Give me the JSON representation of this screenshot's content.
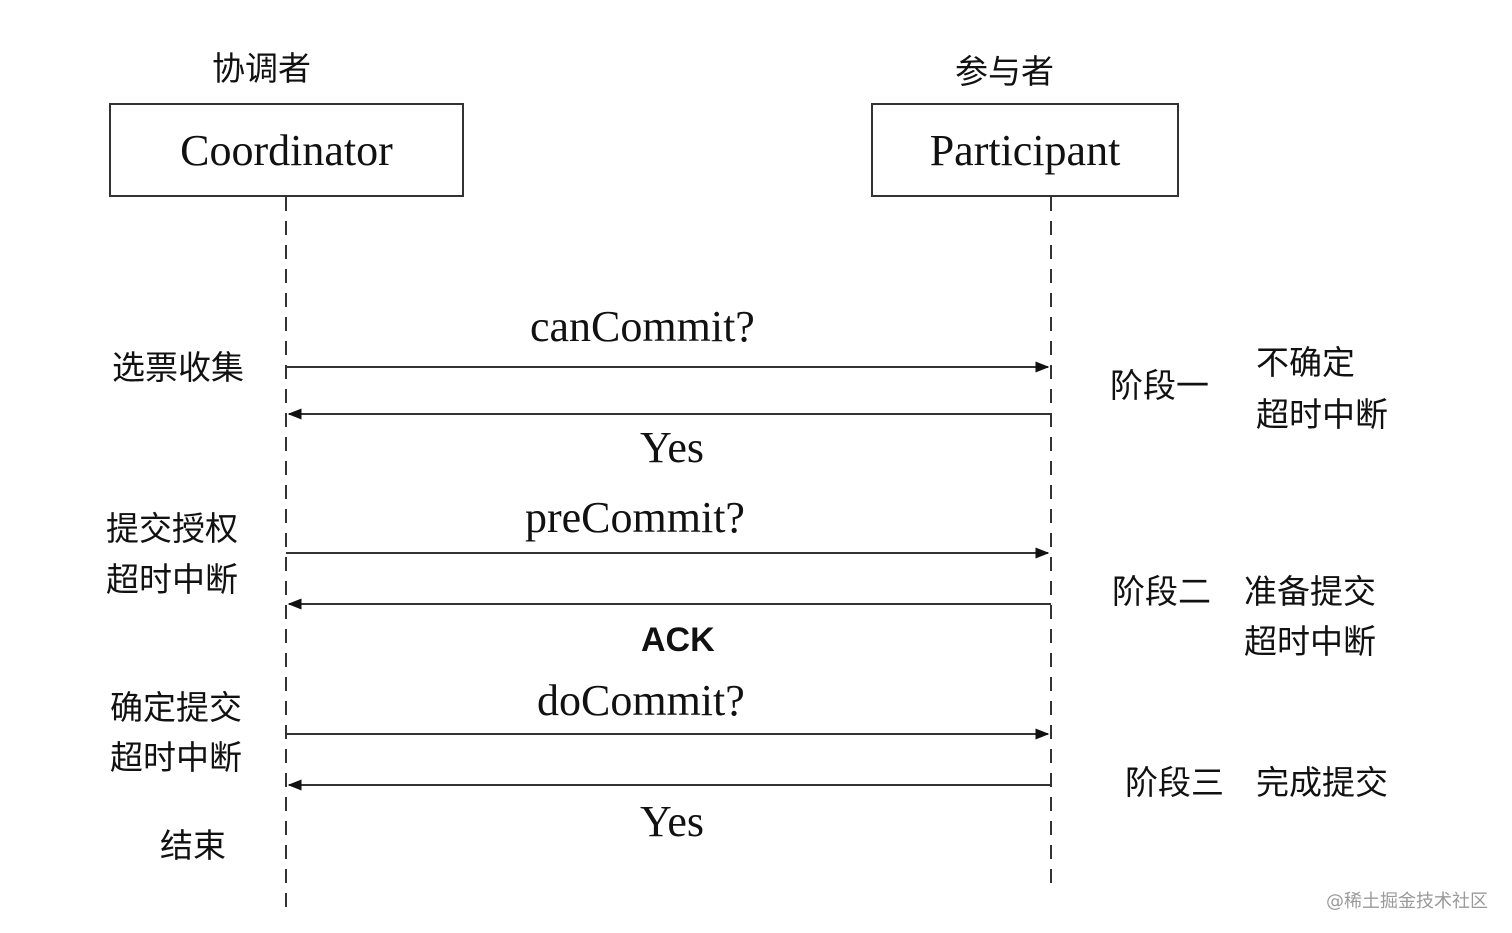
{
  "header": {
    "coordinator_cn": "协调者",
    "participant_cn": "参与者"
  },
  "boxes": {
    "coordinator": "Coordinator",
    "participant": "Participant"
  },
  "messages": {
    "can_commit": "canCommit?",
    "yes_1": "Yes",
    "pre_commit": "preCommit?",
    "ack": "ACK",
    "do_commit": "doCommit?",
    "yes_2": "Yes"
  },
  "left_notes": {
    "vote_collect": "选票收集",
    "submit_auth": "提交授权",
    "timeout_1": "超时中断",
    "confirm_submit": "确定提交",
    "timeout_2": "超时中断",
    "end": "结束"
  },
  "phases": {
    "phase1": "阶段一",
    "phase1_note_a": "不确定",
    "phase1_note_b": "超时中断",
    "phase2": "阶段二",
    "phase2_note_a": "准备提交",
    "phase2_note_b": "超时中断",
    "phase3": "阶段三",
    "phase3_note": "完成提交"
  },
  "watermark": "@稀土掘金技术社区"
}
